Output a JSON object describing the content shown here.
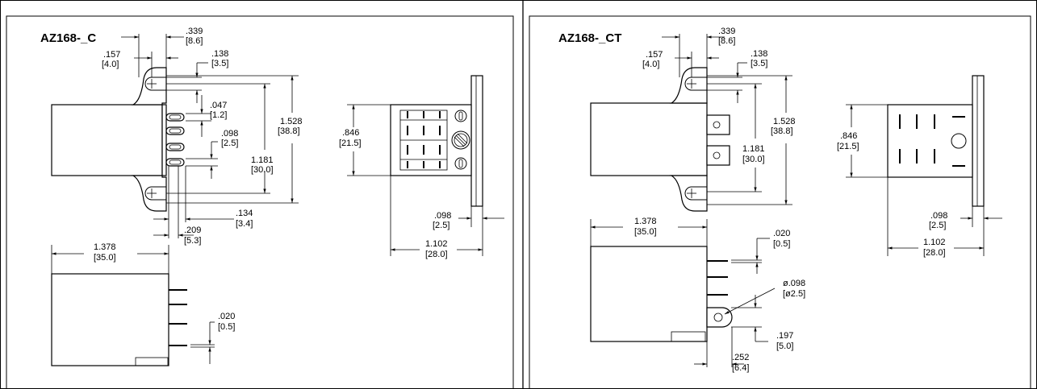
{
  "panels": [
    {
      "title": "AZ168-_C",
      "dims": {
        "top_width_in": ".339",
        "top_width_mm": "[8.6]",
        "tab_in": ".157",
        "tab_mm": "[4.0]",
        "slot_in": ".138",
        "slot_mm": "[3.5]",
        "height_in": "1.528",
        "height_mm": "[38.8]",
        "term_pitch_in": ".047",
        "term_pitch_mm": "[1.2]",
        "term_w_in": ".098",
        "term_w_mm": "[2.5]",
        "hole_span_in": "1.181",
        "hole_span_mm": "[30.0]",
        "pin_off_in": ".134",
        "pin_off_mm": "[3.4]",
        "pin_sp_in": ".209",
        "pin_sp_mm": "[5.3]",
        "side_h_in": ".846",
        "side_h_mm": "[21.5]",
        "flange_in": ".098",
        "flange_mm": "[2.5]",
        "depth_in": "1.102",
        "depth_mm": "[28.0]",
        "length_in": "1.378",
        "length_mm": "[35.0]",
        "pin_t_in": ".020",
        "pin_t_mm": "[0.5]"
      }
    },
    {
      "title": "AZ168-_CT",
      "dims": {
        "top_width_in": ".339",
        "top_width_mm": "[8.6]",
        "tab_in": ".157",
        "tab_mm": "[4.0]",
        "slot_in": ".138",
        "slot_mm": "[3.5]",
        "height_in": "1.528",
        "height_mm": "[38.8]",
        "hole_span_in": "1.181",
        "hole_span_mm": "[30.0]",
        "side_h_in": ".846",
        "side_h_mm": "[21.5]",
        "flange_in": ".098",
        "flange_mm": "[2.5]",
        "depth_in": "1.102",
        "depth_mm": "[28.0]",
        "length_in": "1.378",
        "length_mm": "[35.0]",
        "pin_t_in": ".020",
        "pin_t_mm": "[0.5]",
        "hole_d_in": "ø.098",
        "hole_d_mm": "[ø2.5]",
        "qc_h_in": ".197",
        "qc_h_mm": "[5.0]",
        "qc_l_in": ".252",
        "qc_l_mm": "[6.4]"
      }
    }
  ]
}
